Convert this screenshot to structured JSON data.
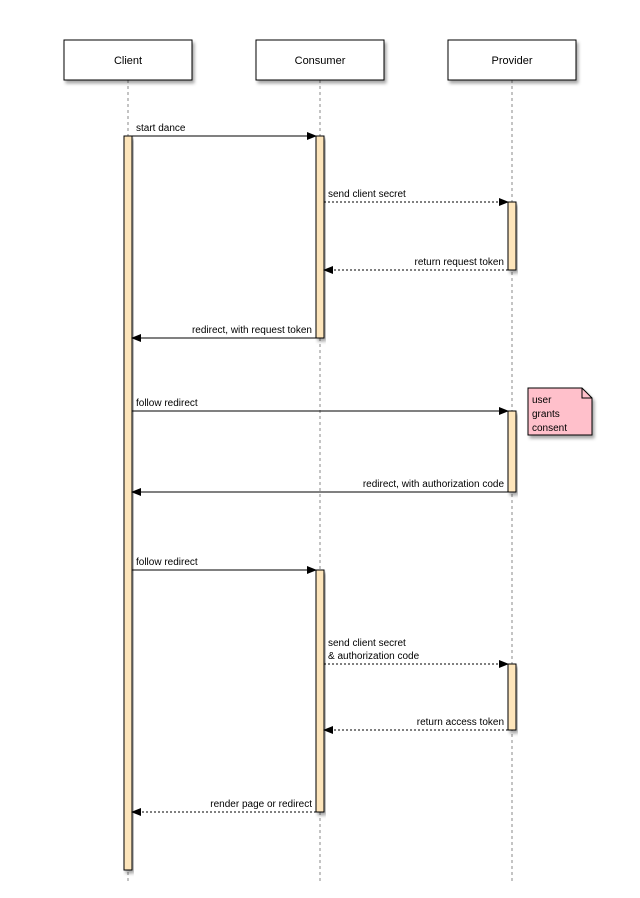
{
  "actors": [
    {
      "id": "client",
      "label": "Client"
    },
    {
      "id": "consumer",
      "label": "Consumer"
    },
    {
      "id": "provider",
      "label": "Provider"
    }
  ],
  "messages": [
    {
      "from": "client",
      "to": "consumer",
      "lines": [
        "start dance"
      ],
      "style": "solid"
    },
    {
      "from": "consumer",
      "to": "provider",
      "lines": [
        "send client secret"
      ],
      "style": "dotted"
    },
    {
      "from": "provider",
      "to": "consumer",
      "lines": [
        "return request token"
      ],
      "style": "dotted"
    },
    {
      "from": "consumer",
      "to": "client",
      "lines": [
        "redirect, with request token"
      ],
      "style": "solid"
    },
    {
      "from": "client",
      "to": "provider",
      "lines": [
        "follow redirect"
      ],
      "style": "solid"
    },
    {
      "from": "provider",
      "to": "client",
      "lines": [
        "redirect, with authorization code"
      ],
      "style": "solid"
    },
    {
      "from": "client",
      "to": "consumer",
      "lines": [
        "follow redirect"
      ],
      "style": "solid"
    },
    {
      "from": "consumer",
      "to": "provider",
      "lines": [
        "send client secret",
        "& authorization code"
      ],
      "style": "dotted"
    },
    {
      "from": "provider",
      "to": "consumer",
      "lines": [
        "return access token"
      ],
      "style": "dotted"
    },
    {
      "from": "consumer",
      "to": "client",
      "lines": [
        "render page or redirect"
      ],
      "style": "dotted"
    }
  ],
  "note": {
    "lines": [
      "user",
      "grants",
      "consent"
    ]
  },
  "colors": {
    "activation_fill": "#fde5bb",
    "note_fill": "#ffc0cb",
    "line": "#000000",
    "lifeline": "#888888"
  }
}
